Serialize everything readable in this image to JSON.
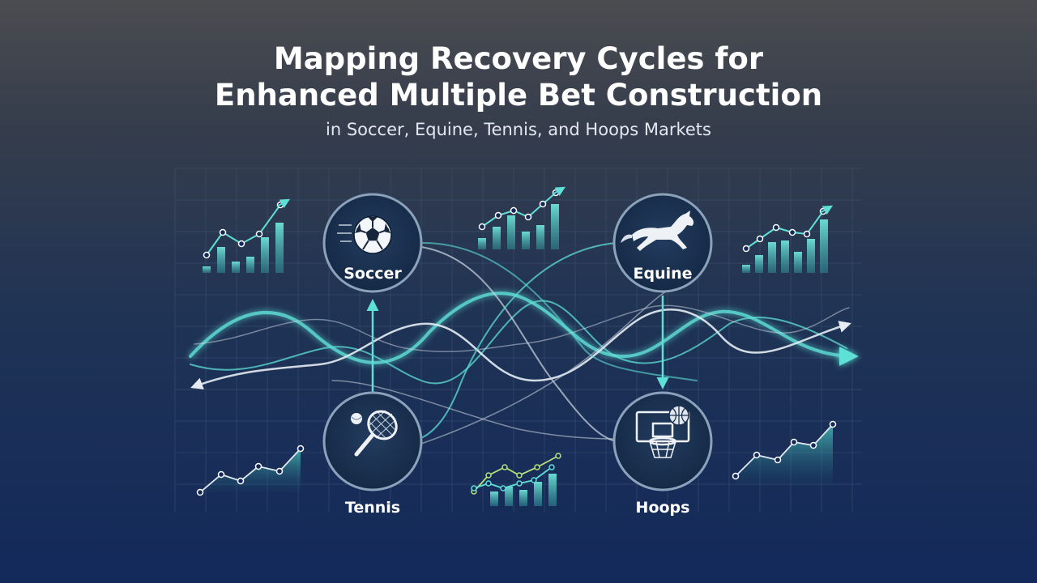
{
  "title_line1": "Mapping Recovery Cycles for",
  "title_line2": "Enhanced Multiple Bet Construction",
  "subtitle": "in Soccer, Equine, Tennis, and Hoops Markets",
  "nodes": {
    "soccer": {
      "label": "Soccer",
      "icon": "soccer-ball-icon"
    },
    "equine": {
      "label": "Equine",
      "icon": "horse-icon"
    },
    "tennis": {
      "label": "Tennis",
      "icon": "tennis-racket-icon"
    },
    "hoops": {
      "label": "Hoops",
      "icon": "basketball-hoop-icon"
    }
  },
  "colors": {
    "teal": "#5ee0d6",
    "white_line": "#e6ecf2",
    "green_line": "#b9e27a",
    "node_fill": "#1a2f4e",
    "node_ring": "#8aa3ba"
  }
}
